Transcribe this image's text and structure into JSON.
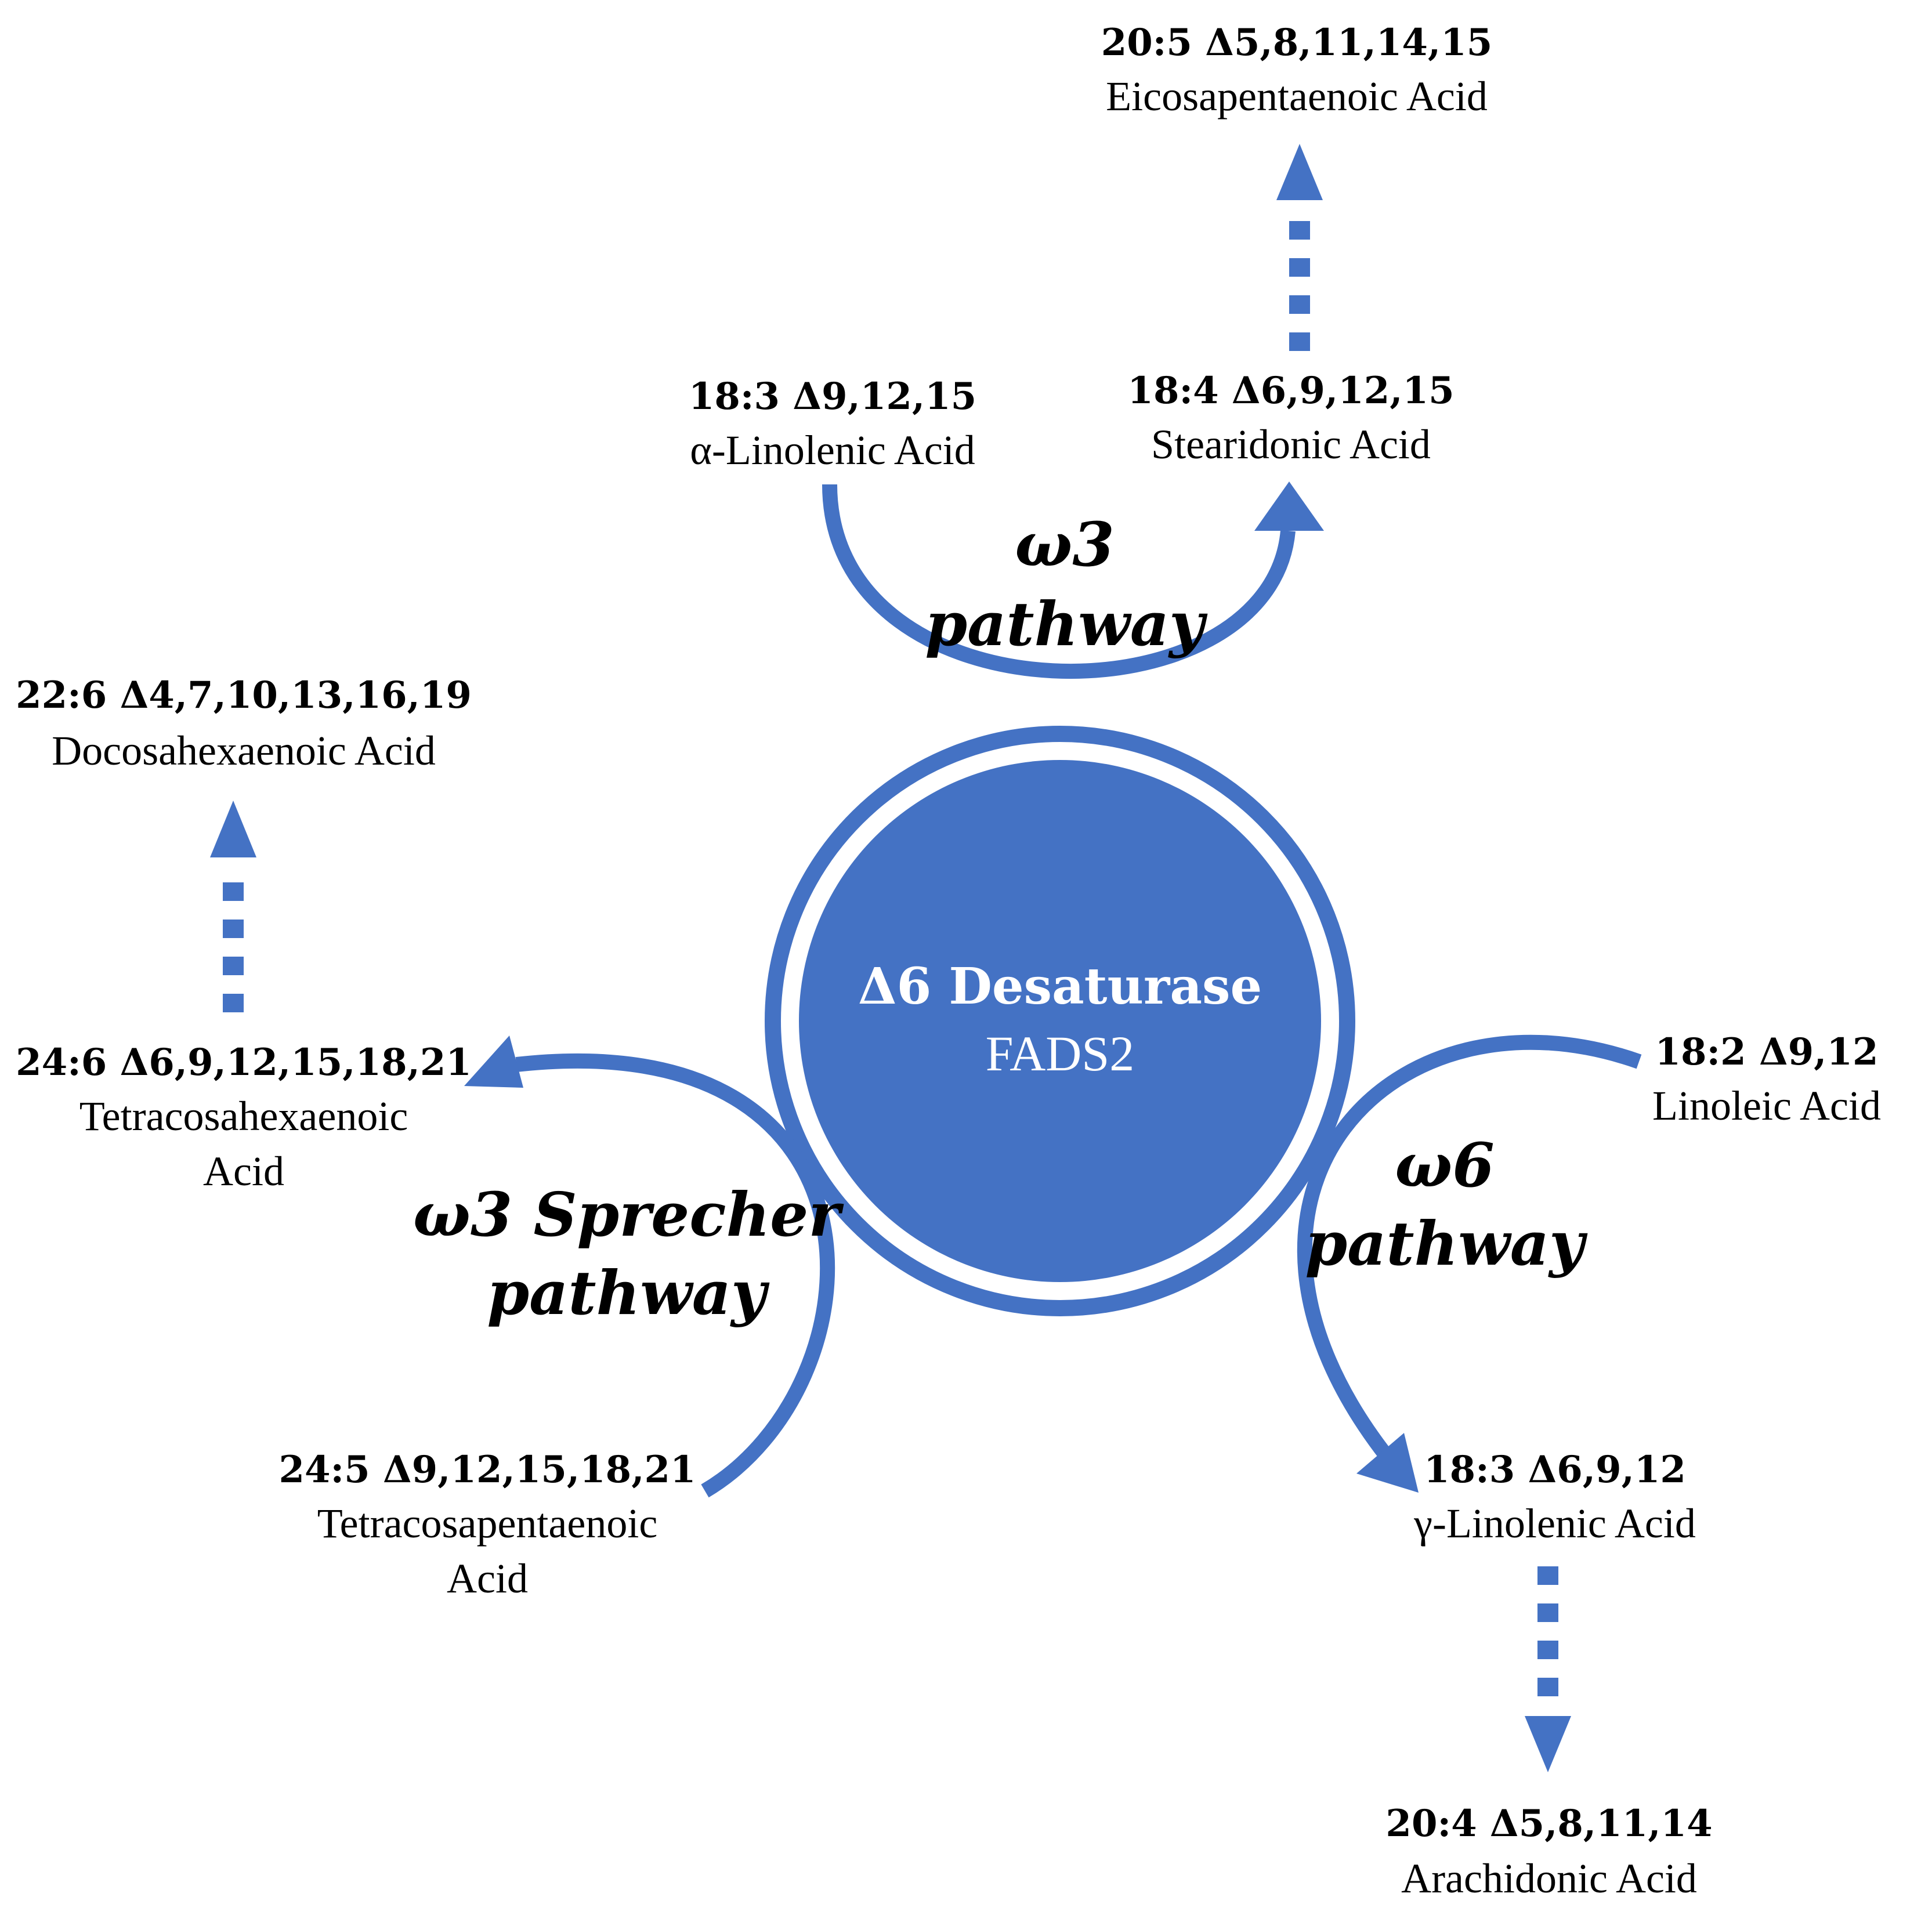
{
  "colors": {
    "accent": "#4472C4",
    "center_text": "#FFFFFF",
    "label_text": "#000000"
  },
  "center": {
    "title": "Δ6 Desaturase",
    "subtitle": "FADS2"
  },
  "pathways": {
    "omega3": {
      "line1": "ω3",
      "line2": "pathway"
    },
    "omega6": {
      "line1": "ω6",
      "line2": "pathway"
    },
    "sprecher": {
      "line1": "ω3 Sprecher",
      "line2": "pathway"
    }
  },
  "compounds": {
    "ala": {
      "formula": "18:3 Δ9,12,15",
      "name": "α-Linolenic Acid"
    },
    "sda": {
      "formula": "18:4 Δ6,9,12,15",
      "name": "Stearidonic Acid"
    },
    "epa": {
      "formula": "20:5 Δ5,8,11,14,15",
      "name": "Eicosapentaenoic Acid"
    },
    "dha": {
      "formula": "22:6 Δ4,7,10,13,16,19",
      "name": "Docosahexaenoic Acid"
    },
    "tha": {
      "formula": "24:6 Δ6,9,12,15,18,21",
      "name_line1": "Tetracosahexaenoic",
      "name_line2": "Acid"
    },
    "tpa": {
      "formula": "24:5 Δ9,12,15,18,21",
      "name_line1": "Tetracosapentaenoic",
      "name_line2": "Acid"
    },
    "la": {
      "formula": "18:2 Δ9,12",
      "name": "Linoleic Acid"
    },
    "gla": {
      "formula": "18:3 Δ6,9,12",
      "name": "γ-Linolenic Acid"
    },
    "aa": {
      "formula": "20:4 Δ5,8,11,14",
      "name": "Arachidonic Acid"
    }
  }
}
